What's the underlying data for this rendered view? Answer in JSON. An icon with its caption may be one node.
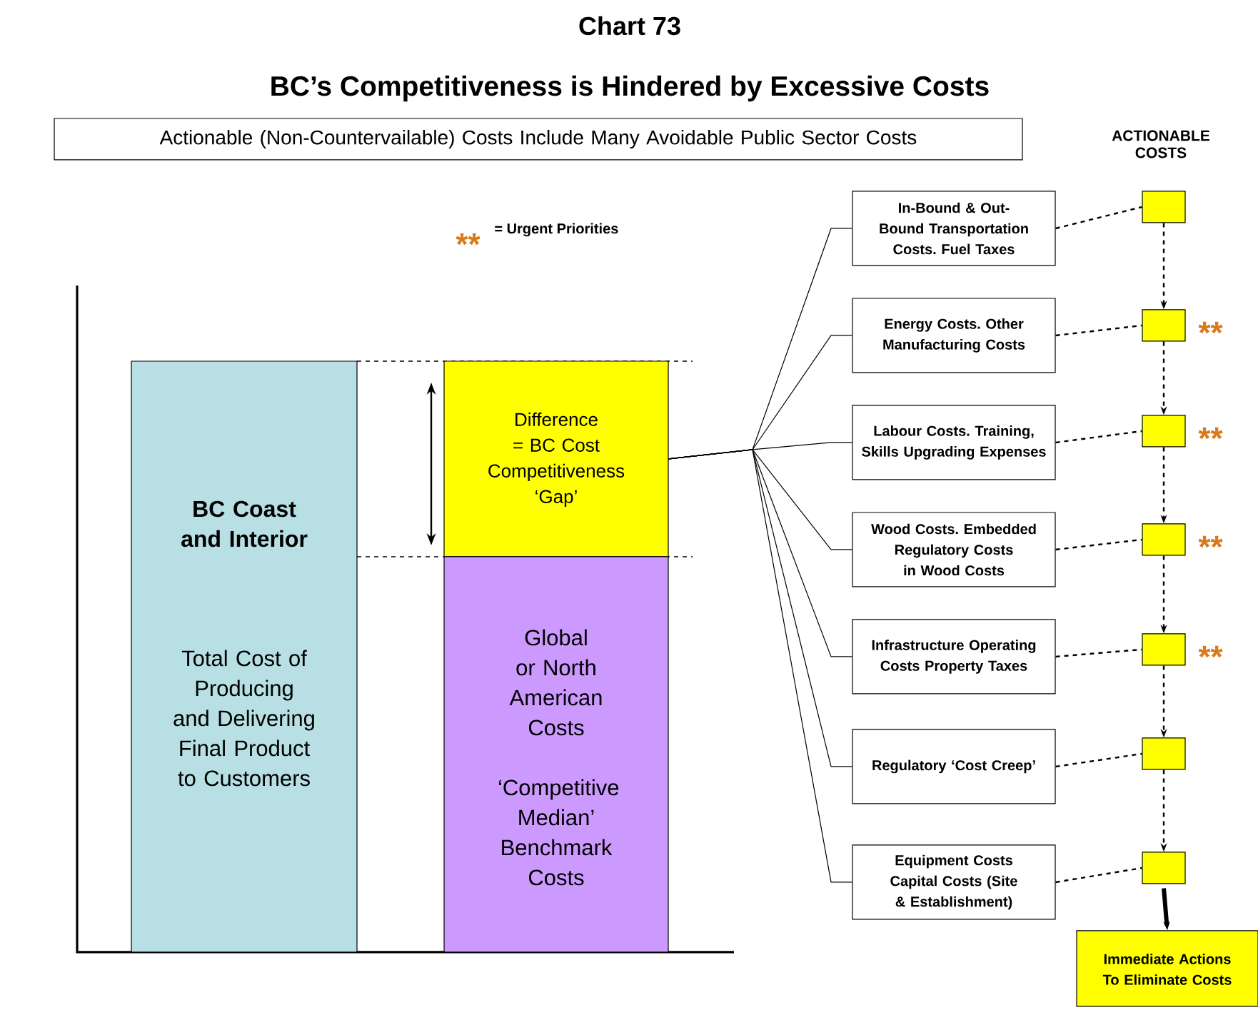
{
  "diagram": {
    "title": "BC’s Competitiveness is Hindered by Excessive Costs",
    "caption": "Chart 73",
    "nodes": [
      {
        "text": [
          "Actionable (Non-Countervailable) Costs Include Many Avoidable Public Sector Costs"
        ]
      },
      {
        "text": [
          "BC Coast and Interior",
          "Total Cost of Producing and Delivering Final Product to Customers"
        ]
      },
      {
        "text": [
          "Difference = BC Cost Competitiveness ‘Gap’"
        ]
      },
      {
        "text": [
          "Global or North American Costs",
          "‘Competitive Median’ Benchmark Costs"
        ]
      },
      {
        "text": [
          "In-Bound & Out-Bound Transportation Costs. Fuel Taxes"
        ]
      },
      {
        "text": [
          "Energy Costs. Other Manufacturing Costs"
        ]
      },
      {
        "text": [
          "Labour Costs. Training, Skills Upgrading Expenses"
        ]
      },
      {
        "text": [
          "Wood Costs. Embedded Regulatory Costs in Wood Costs"
        ]
      },
      {
        "text": [
          "Infrastructure Operating Costs Property Taxes"
        ]
      },
      {
        "text": [
          "Regulatory ‘Cost Creep’"
        ]
      },
      {
        "text": [
          "Equipment Costs Capital Costs (Site & Establishment)"
        ]
      },
      {
        "text": [],
        "shape": "box"
      },
      {
        "text": [],
        "shape": "box",
        "beside": [
          "**"
        ]
      },
      {
        "text": [],
        "shape": "box",
        "beside": [
          "**"
        ]
      },
      {
        "text": [],
        "shape": "box",
        "beside": [
          "**"
        ]
      },
      {
        "text": [],
        "shape": "box",
        "beside": [
          "**"
        ]
      },
      {
        "text": [],
        "shape": "box"
      },
      {
        "text": [],
        "shape": "box"
      },
      {
        "text": [
          "Immediate Actions To Eliminate Costs"
        ]
      }
    ],
    "edges": [
      {
        "from": 2,
        "to": 4,
        "arrow": "none"
      },
      {
        "from": 2,
        "to": 5,
        "arrow": "none"
      },
      {
        "from": 2,
        "to": 6,
        "arrow": "none"
      },
      {
        "from": 2,
        "to": 7,
        "arrow": "none"
      },
      {
        "from": 2,
        "to": 8,
        "arrow": "none"
      },
      {
        "from": 2,
        "to": 9,
        "arrow": "none"
      },
      {
        "from": 2,
        "to": 10,
        "arrow": "none"
      },
      {
        "from": 4,
        "to": 11,
        "arrow": "none",
        "style": "dashed"
      },
      {
        "from": 5,
        "to": 12,
        "arrow": "none",
        "style": "dashed"
      },
      {
        "from": 6,
        "to": 13,
        "arrow": "none",
        "style": "dashed"
      },
      {
        "from": 7,
        "to": 14,
        "arrow": "none",
        "style": "dashed"
      },
      {
        "from": 8,
        "to": 15,
        "arrow": "none",
        "style": "dashed"
      },
      {
        "from": 9,
        "to": 16,
        "arrow": "none",
        "style": "dashed"
      },
      {
        "from": 10,
        "to": 17,
        "arrow": "none",
        "style": "dashed"
      },
      {
        "from": 11,
        "to": 12,
        "arrow": "to",
        "style": "dashed"
      },
      {
        "from": 12,
        "to": 13,
        "arrow": "to",
        "style": "dashed"
      },
      {
        "from": 13,
        "to": 14,
        "arrow": "to",
        "style": "dashed"
      },
      {
        "from": 14,
        "to": 15,
        "arrow": "to",
        "style": "dashed"
      },
      {
        "from": 15,
        "to": 16,
        "arrow": "to",
        "style": "dashed"
      },
      {
        "from": 16,
        "to": 17,
        "arrow": "to",
        "style": "dashed"
      },
      {
        "from": 17,
        "to": 18,
        "arrow": "to",
        "style": "thick"
      }
    ],
    "labels": [
      "ACTIONABLE COSTS",
      "**",
      "= Urgent Priorities"
    ]
  }
}
